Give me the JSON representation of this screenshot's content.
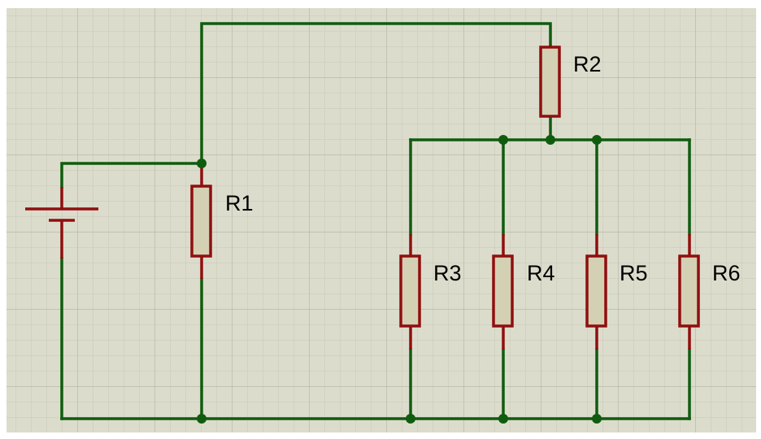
{
  "colors": {
    "background": "#dcdccc",
    "grid_minor": "#c9c9b9",
    "grid_major": "#b3b3a3",
    "wire": "#0f5c0f",
    "component_lead": "#8f0f0f",
    "resistor_fill": "#d4d0b3",
    "resistor_stroke": "#8f0f0f",
    "junction": "#0f5c0f"
  },
  "components": {
    "battery": {
      "name": "battery-symbol"
    },
    "resistors": [
      {
        "id": "r1",
        "label": "R1"
      },
      {
        "id": "r2",
        "label": "R2"
      },
      {
        "id": "r3",
        "label": "R3"
      },
      {
        "id": "r4",
        "label": "R4"
      },
      {
        "id": "r5",
        "label": "R5"
      },
      {
        "id": "r6",
        "label": "R6"
      }
    ]
  }
}
